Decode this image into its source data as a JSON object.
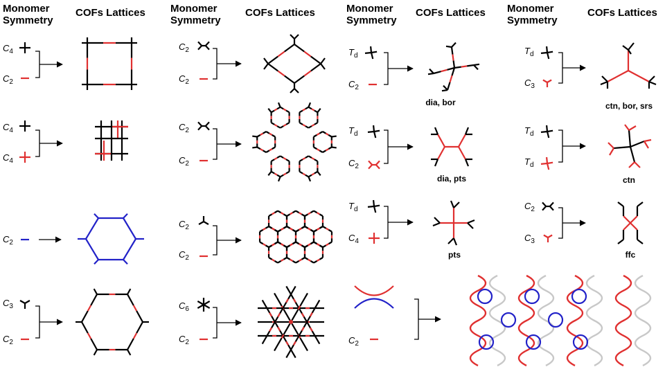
{
  "colors": {
    "black": "#000000",
    "red": "#e03030",
    "blue": "#2222c8",
    "gray": "#c8c8c8"
  },
  "headers": [
    {
      "monomer_line1": "Monomer",
      "monomer_line2": "Symmetry",
      "cofs": "COFs Lattices"
    },
    {
      "monomer_line1": "Monomer",
      "monomer_line2": "Symmetry",
      "cofs": "COFs Lattices"
    },
    {
      "monomer_line1": "Monomer",
      "monomer_line2": "Symmetry",
      "cofs": "COFs Lattices"
    },
    {
      "monomer_line1": "Monomer",
      "monomer_line2": "Symmetry",
      "cofs": "COFs Lattices"
    }
  ],
  "col1": [
    {
      "a": {
        "main": "C",
        "sub": "4"
      },
      "b": {
        "main": "C",
        "sub": "2"
      }
    },
    {
      "a": {
        "main": "C",
        "sub": "4"
      },
      "b": {
        "main": "C",
        "sub": "4"
      }
    },
    {
      "a": {
        "main": "C",
        "sub": "2"
      }
    },
    {
      "a": {
        "main": "C",
        "sub": "3"
      },
      "b": {
        "main": "C",
        "sub": "2"
      }
    }
  ],
  "col2": [
    {
      "a": {
        "main": "C",
        "sub": "2"
      },
      "b": {
        "main": "C",
        "sub": "2"
      }
    },
    {
      "a": {
        "main": "C",
        "sub": "2"
      },
      "b": {
        "main": "C",
        "sub": "2"
      }
    },
    {
      "a": {
        "main": "C",
        "sub": "2"
      },
      "b": {
        "main": "C",
        "sub": "2"
      }
    },
    {
      "a": {
        "main": "C",
        "sub": "6"
      },
      "b": {
        "main": "C",
        "sub": "2"
      }
    }
  ],
  "col3": [
    {
      "a": {
        "main": "T",
        "sub": "d"
      },
      "b": {
        "main": "C",
        "sub": "2"
      },
      "label": "dia, bor"
    },
    {
      "a": {
        "main": "T",
        "sub": "d"
      },
      "b": {
        "main": "C",
        "sub": "2"
      },
      "label": "dia, pts"
    },
    {
      "a": {
        "main": "T",
        "sub": "d"
      },
      "b": {
        "main": "C",
        "sub": "4"
      },
      "label": "pts"
    },
    {
      "b": {
        "main": "C",
        "sub": "2"
      }
    }
  ],
  "col4": [
    {
      "a": {
        "main": "T",
        "sub": "d"
      },
      "b": {
        "main": "C",
        "sub": "3"
      },
      "label": "ctn, bor, srs"
    },
    {
      "a": {
        "main": "T",
        "sub": "d"
      },
      "b": {
        "main": "T",
        "sub": "d"
      },
      "label": "ctn"
    },
    {
      "a": {
        "main": "C",
        "sub": "2"
      },
      "b": {
        "main": "C",
        "sub": "3"
      },
      "label": "ffc"
    }
  ]
}
